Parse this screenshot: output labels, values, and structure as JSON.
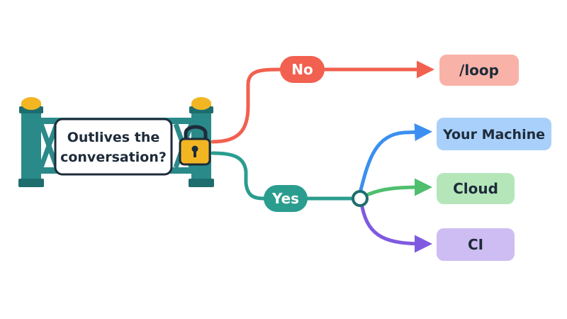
{
  "question": {
    "line1": "Outlives the",
    "line2": "conversation?"
  },
  "branches": {
    "no": {
      "label": "No",
      "color": "#f2604f"
    },
    "yes": {
      "label": "Yes",
      "color": "#2a9d8f"
    }
  },
  "outcomes": {
    "loop": {
      "label": "/loop",
      "fill": "#f9b2a8",
      "arrow": "#f2604f"
    },
    "your_machine": {
      "label": "Your Machine",
      "fill": "#a9d0fa",
      "arrow": "#3b8ff0"
    },
    "cloud": {
      "label": "Cloud",
      "fill": "#b5e6ba",
      "arrow": "#4fbf6e"
    },
    "ci": {
      "label": "CI",
      "fill": "#cdbdf2",
      "arrow": "#7f5ae0"
    }
  },
  "colors": {
    "gate": "#2a8a8a",
    "gate_dark": "#1e6d6e",
    "post_cap": "#f2b623",
    "lock": "#f2b623",
    "text": "#1e2b3a"
  },
  "icons": [
    "gate-icon",
    "padlock-icon"
  ]
}
